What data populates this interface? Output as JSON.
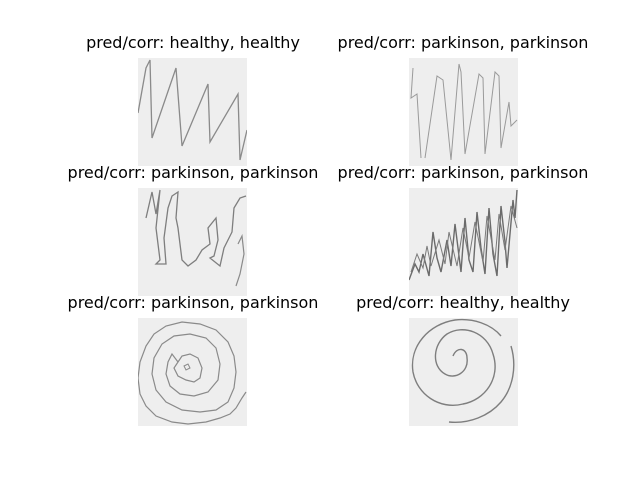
{
  "figure": {
    "panels": [
      {
        "title": "pred/corr: healthy, healthy",
        "prediction": "healthy",
        "correct": "healthy",
        "drawing": "wave"
      },
      {
        "title": "pred/corr: parkinson, parkinson",
        "prediction": "parkinson",
        "correct": "parkinson",
        "drawing": "wave"
      },
      {
        "title": "pred/corr: parkinson, parkinson",
        "prediction": "parkinson",
        "correct": "parkinson",
        "drawing": "wave"
      },
      {
        "title": "pred/corr: parkinson, parkinson",
        "prediction": "parkinson",
        "correct": "parkinson",
        "drawing": "wave"
      },
      {
        "title": "pred/corr: parkinson, parkinson",
        "prediction": "parkinson",
        "correct": "parkinson",
        "drawing": "spiral"
      },
      {
        "title": "pred/corr: healthy, healthy",
        "prediction": "healthy",
        "correct": "healthy",
        "drawing": "spiral"
      }
    ]
  },
  "colors": {
    "paper": "#eeeeee",
    "pencil": "#8a8a8a",
    "pencil_dark": "#6b6b6b",
    "background": "#ffffff"
  }
}
